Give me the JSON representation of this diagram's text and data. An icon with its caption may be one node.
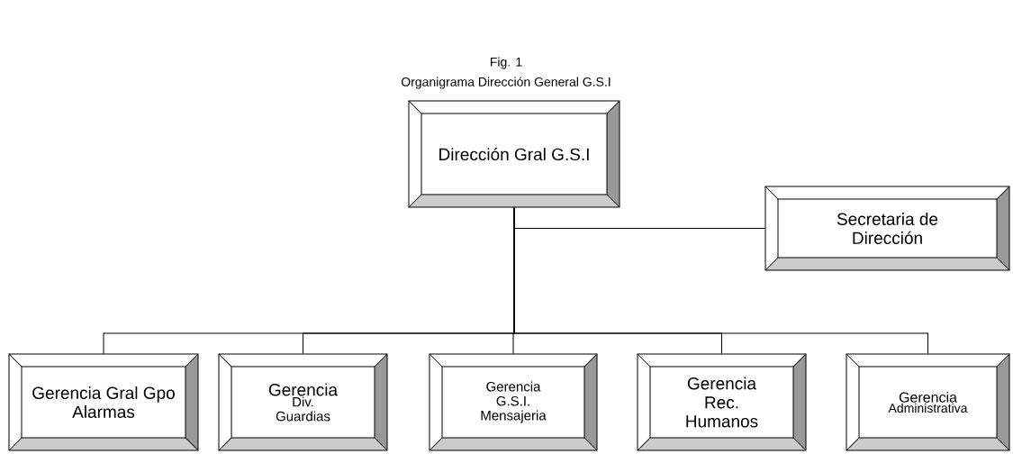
{
  "diagram": {
    "title": "Organigrama Dirección General G.S.I",
    "nodes": [
      {
        "text": [
          "Dirección Gral G.S.I"
        ]
      },
      {
        "text": [
          "Secretaria de Dirección"
        ]
      },
      {
        "text": [
          "Gerencia Gral Gpo Alarmas"
        ]
      },
      {
        "text": [
          "Gerencia",
          "Div. Guardias"
        ]
      },
      {
        "text": [
          "Gerencia G.S.I. Mensajeria"
        ]
      },
      {
        "text": [
          "Gerencia Rec. Humanos"
        ]
      },
      {
        "text": [
          "Gerencia",
          "Administrativa"
        ]
      }
    ],
    "edges": [
      {
        "from": 0,
        "to": 1,
        "arrow": "none"
      },
      {
        "from": 0,
        "to": 2,
        "arrow": "none"
      },
      {
        "from": 0,
        "to": 3,
        "arrow": "none"
      },
      {
        "from": 0,
        "to": 4,
        "arrow": "none"
      },
      {
        "from": 0,
        "to": 5,
        "arrow": "none"
      },
      {
        "from": 0,
        "to": 6,
        "arrow": "none"
      }
    ],
    "labels": [
      "Fig. 1"
    ]
  }
}
